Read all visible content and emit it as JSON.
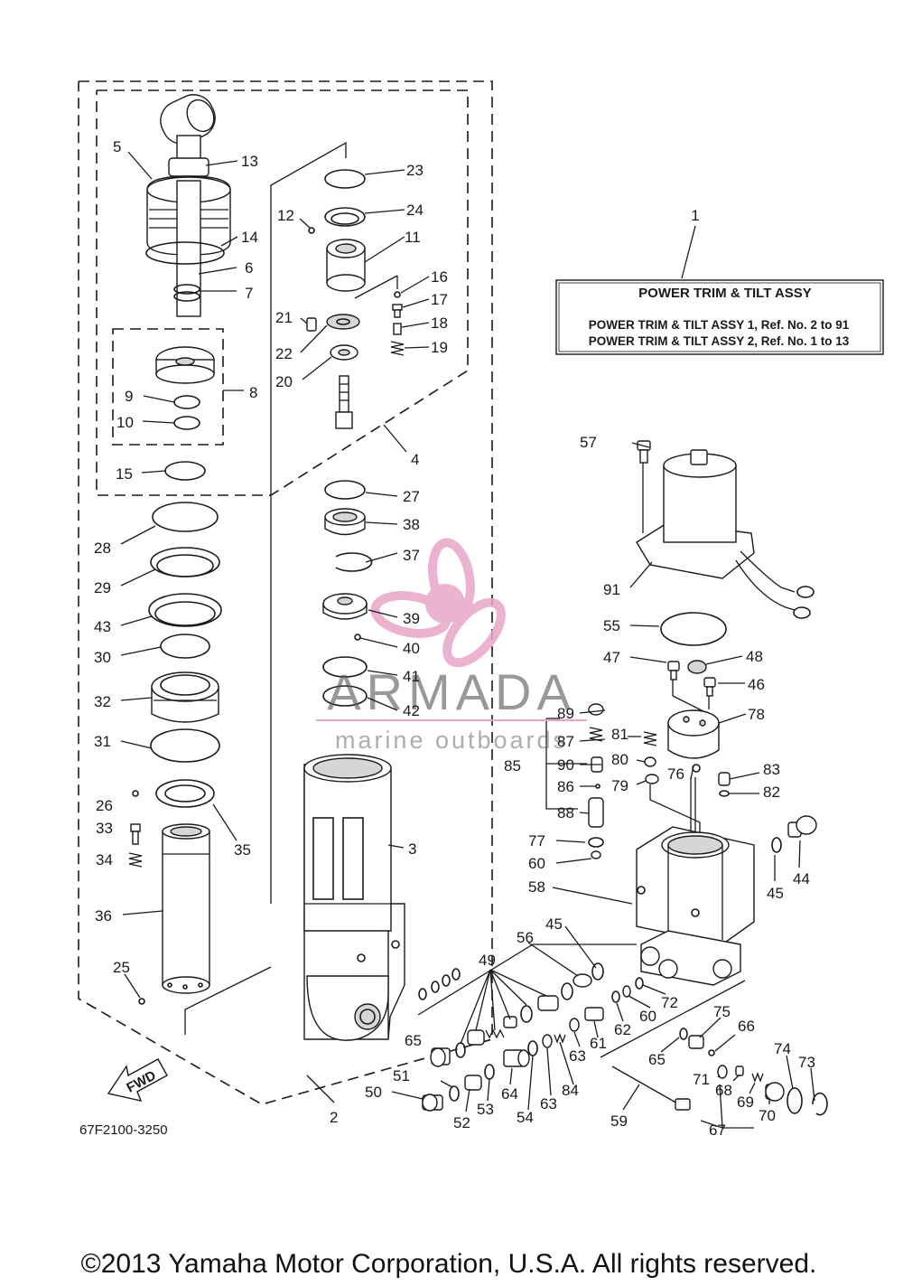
{
  "diagram_code": "67F2100-3250",
  "copyright": "©2013 Yamaha Motor Corporation, U.S.A. All rights reserved.",
  "fwd_label": "FWD",
  "info_box": {
    "ref": "1",
    "title": "POWER TRIM & TILT ASSY",
    "line1": "POWER TRIM & TILT ASSY 1, Ref. No. 2 to 91",
    "line2": "POWER TRIM & TILT ASSY 2, Ref. No. 1 to 13"
  },
  "watermark": {
    "brand": "ARMADA",
    "tagline": "marine outboards",
    "color": "#e8a6c8"
  },
  "callouts": {
    "c2": "2",
    "c3": "3",
    "c4": "4",
    "c5": "5",
    "c6": "6",
    "c7": "7",
    "c8": "8",
    "c9": "9",
    "c10": "10",
    "c11": "11",
    "c12": "12",
    "c13": "13",
    "c14": "14",
    "c15": "15",
    "c16": "16",
    "c17": "17",
    "c18": "18",
    "c19": "19",
    "c20": "20",
    "c21": "21",
    "c22": "22",
    "c23": "23",
    "c24": "24",
    "c25": "25",
    "c26": "26",
    "c27": "27",
    "c28": "28",
    "c29": "29",
    "c30": "30",
    "c31": "31",
    "c32": "32",
    "c33": "33",
    "c34": "34",
    "c35": "35",
    "c36": "36",
    "c37": "37",
    "c38": "38",
    "c39": "39",
    "c40": "40",
    "c41": "41",
    "c42": "42",
    "c43": "43",
    "c44": "44",
    "c45a": "45",
    "c45b": "45",
    "c46": "46",
    "c47": "47",
    "c48": "48",
    "c49": "49",
    "c50": "50",
    "c51": "51",
    "c52": "52",
    "c53": "53",
    "c54": "54",
    "c55": "55",
    "c56": "56",
    "c57": "57",
    "c58": "58",
    "c59": "59",
    "c60a": "60",
    "c60b": "60",
    "c61": "61",
    "c62": "62",
    "c63a": "63",
    "c63b": "63",
    "c64": "64",
    "c65a": "65",
    "c65b": "65",
    "c66": "66",
    "c67": "67",
    "c68": "68",
    "c69": "69",
    "c70": "70",
    "c71": "71",
    "c72": "72",
    "c73": "73",
    "c74": "74",
    "c75": "75",
    "c76": "76",
    "c77": "77",
    "c78": "78",
    "c79": "79",
    "c80": "80",
    "c81": "81",
    "c82": "82",
    "c83": "83",
    "c84": "84",
    "c85": "85",
    "c86": "86",
    "c87": "87",
    "c88": "88",
    "c89": "89",
    "c90": "90",
    "c91": "91"
  }
}
